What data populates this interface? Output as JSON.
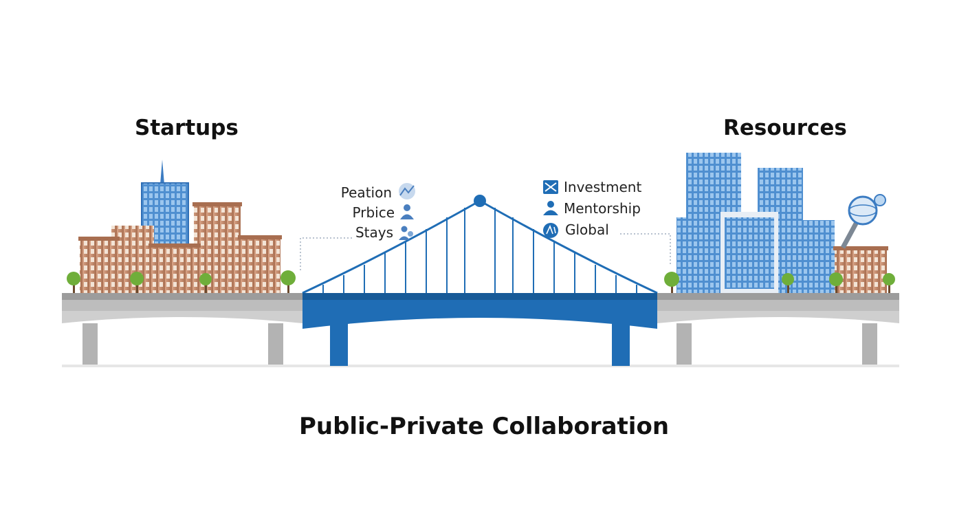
{
  "titles": {
    "left": "Startups",
    "right": "Resources",
    "bottom": "Public-Private Collaboration"
  },
  "left_items": [
    {
      "label": "Peation",
      "icon": "chart-icon"
    },
    {
      "label": "Prbice",
      "icon": "person-icon"
    },
    {
      "label": "Stays",
      "icon": "people-icon"
    }
  ],
  "right_items": [
    {
      "label": "Investment",
      "icon": "money-icon"
    },
    {
      "label": "Mentorship",
      "icon": "person-icon"
    },
    {
      "label": "Global",
      "icon": "globe-icon"
    }
  ],
  "colors": {
    "bridge_blue": "#1f6db5",
    "bridge_dark": "#175a98",
    "road_gray": "#a9a9a9",
    "road_light": "#d2d2d2",
    "brick": "#c98c6a",
    "glass": "#4f8fd0",
    "tree": "#6fae3a",
    "icon_blue": "#4a7fbf"
  }
}
